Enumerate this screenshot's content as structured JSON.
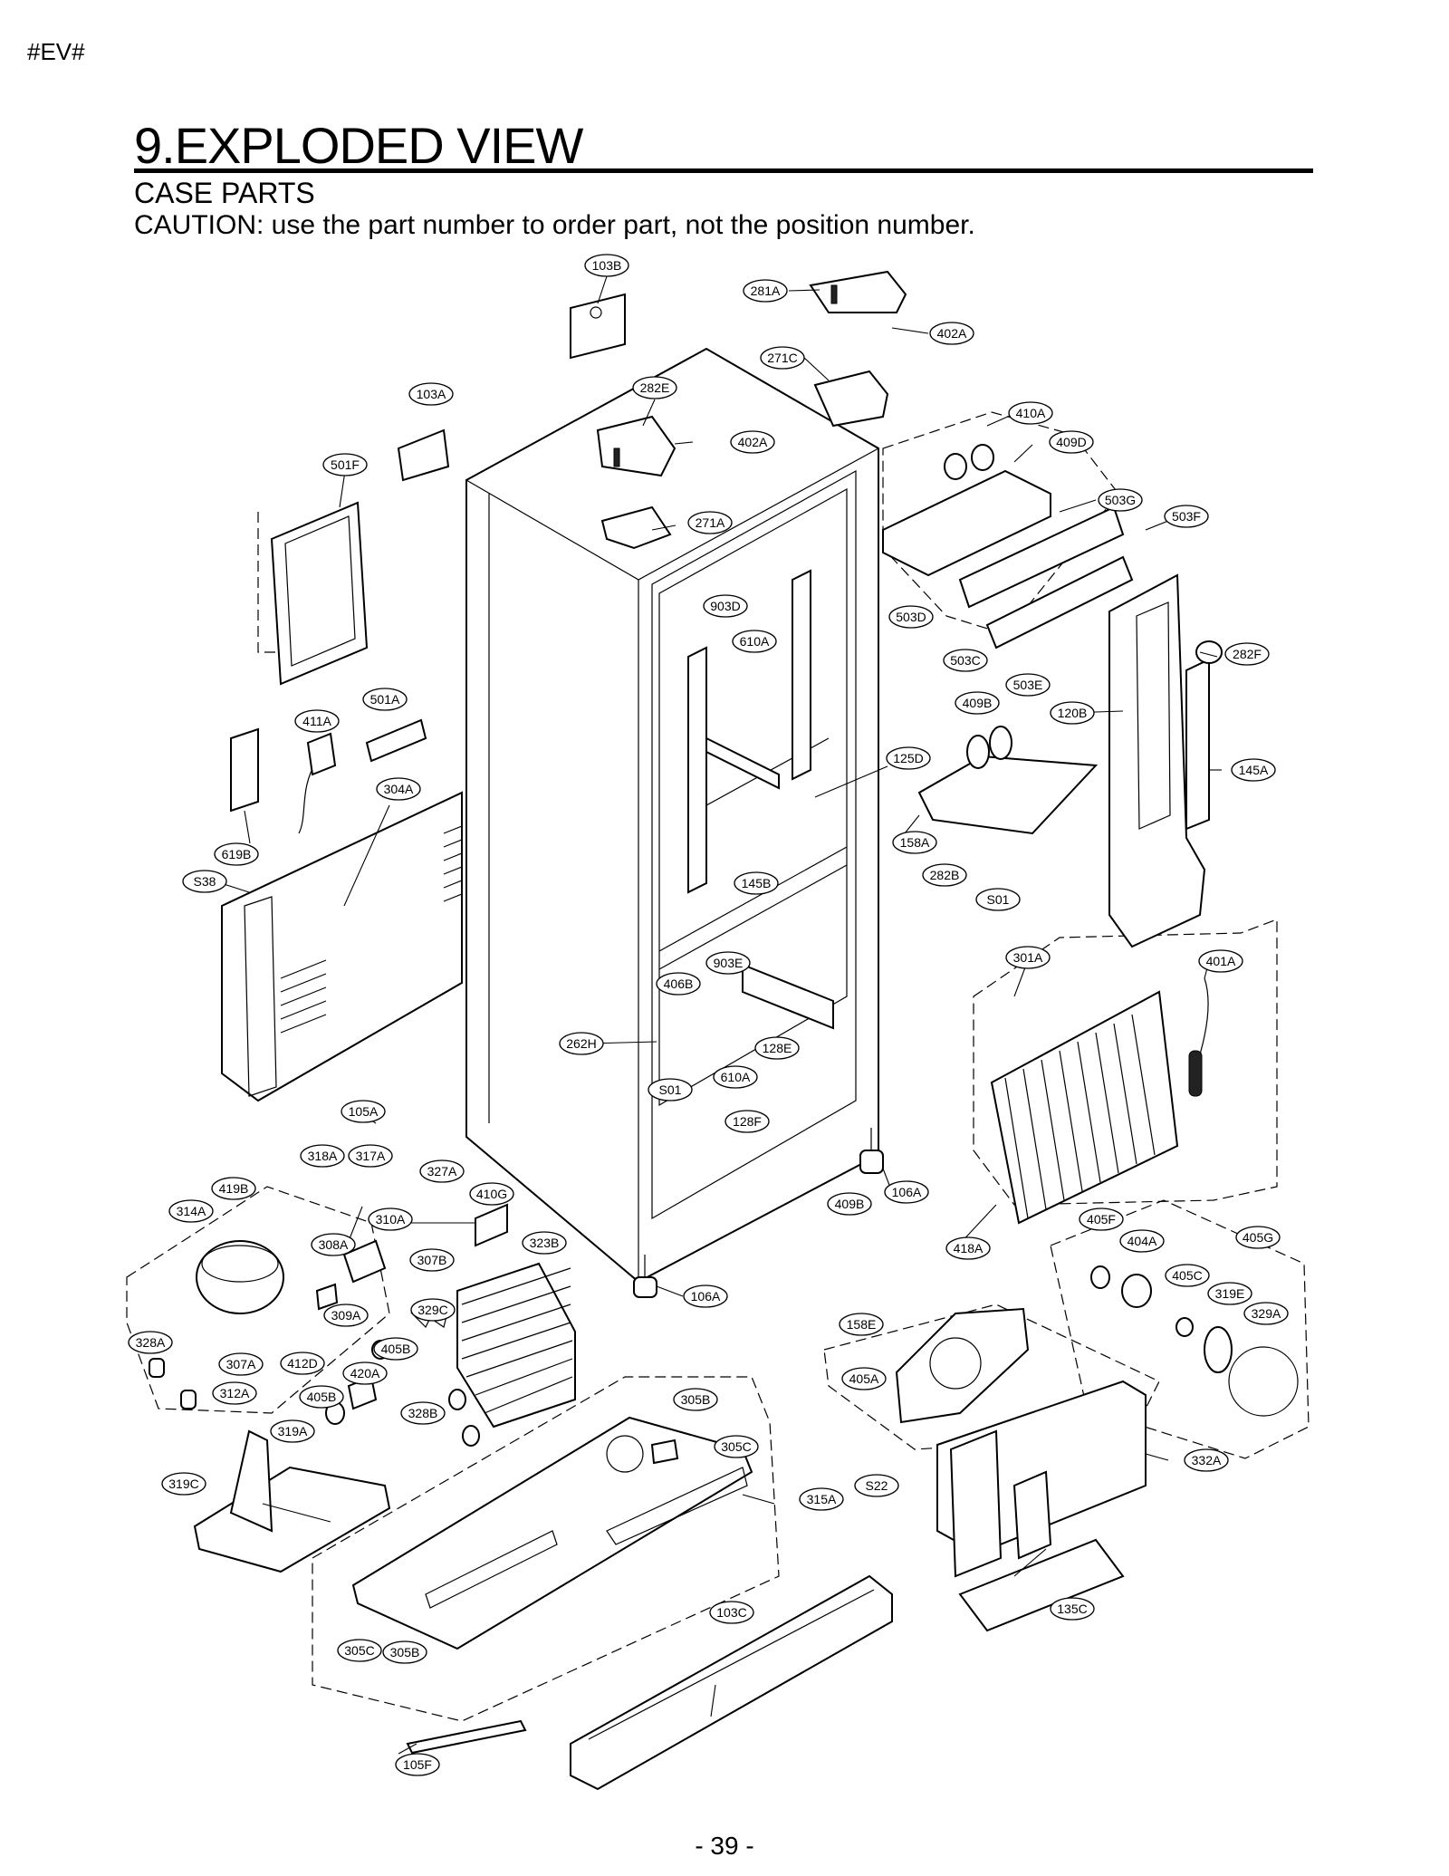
{
  "header": {
    "tag": "#EV#"
  },
  "title": "9.EXPLODED VIEW",
  "subtitle": "CASE PARTS",
  "caution": "CAUTION: use the part number to order part, not the position number.",
  "page_number": "- 39 -",
  "callouts": [
    "103B",
    "281A",
    "402A",
    "271C",
    "282E",
    "103A",
    "402A",
    "410A",
    "409D",
    "501F",
    "271A",
    "503G",
    "503F",
    "903D",
    "610A",
    "503D",
    "503C",
    "282F",
    "503E",
    "501A",
    "411A",
    "409B",
    "120B",
    "304A",
    "125D",
    "145A",
    "619B",
    "158A",
    "282B",
    "S38",
    "145B",
    "S01",
    "301A",
    "401A",
    "903E",
    "406B",
    "262H",
    "128E",
    "610A",
    "S01",
    "128F",
    "105A",
    "106A",
    "418A",
    "318A",
    "317A",
    "327A",
    "410G",
    "409B",
    "419B",
    "314A",
    "310A",
    "405F",
    "404A",
    "405G",
    "308A",
    "307B",
    "323B",
    "106A",
    "405C",
    "319E",
    "329C",
    "309A",
    "329A",
    "158E",
    "328A",
    "307A",
    "412D",
    "405B",
    "405A",
    "420A",
    "328B",
    "405B",
    "312A",
    "305B",
    "305C",
    "319A",
    "332A",
    "319C",
    "315A",
    "S22",
    "103C",
    "135C",
    "305C",
    "305B",
    "105F"
  ]
}
